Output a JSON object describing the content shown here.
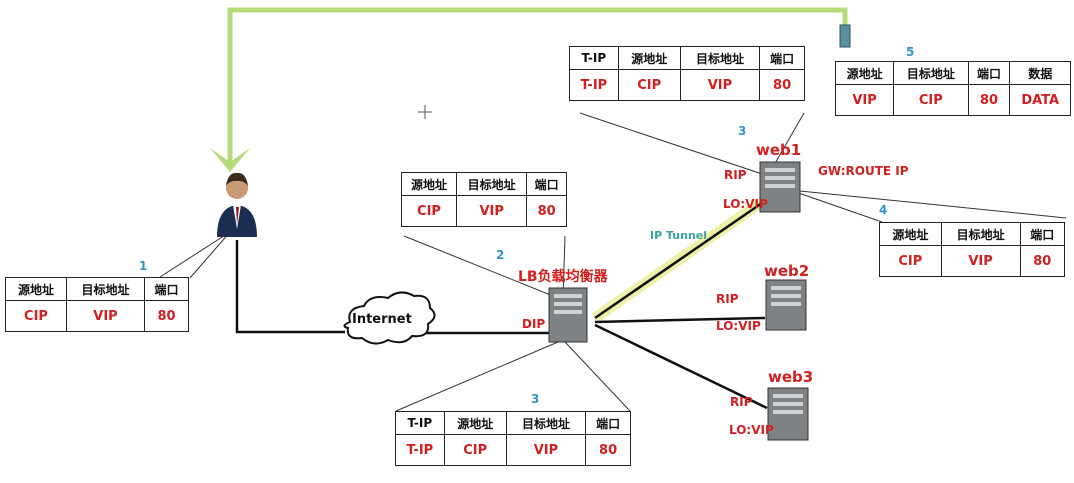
{
  "steps": {
    "s1": "1",
    "s2": "2",
    "s3_bottom": "3",
    "s3_top": "3",
    "s4": "4",
    "s5": "5"
  },
  "table1": {
    "headers": [
      "源地址",
      "目标地址",
      "端口"
    ],
    "values": [
      "CIP",
      "VIP",
      "80"
    ]
  },
  "table2": {
    "headers": [
      "源地址",
      "目标地址",
      "端口"
    ],
    "values": [
      "CIP",
      "VIP",
      "80"
    ]
  },
  "table3_bottom": {
    "headers": [
      "T-IP",
      "源地址",
      "目标地址",
      "端口"
    ],
    "values": [
      "T-IP",
      "CIP",
      "VIP",
      "80"
    ]
  },
  "table3_top": {
    "headers": [
      "T-IP",
      "源地址",
      "目标地址",
      "端口"
    ],
    "values": [
      "T-IP",
      "CIP",
      "VIP",
      "80"
    ]
  },
  "table4": {
    "headers": [
      "源地址",
      "目标地址",
      "端口"
    ],
    "values": [
      "CIP",
      "VIP",
      "80"
    ]
  },
  "table5": {
    "headers": [
      "源地址",
      "目标地址",
      "端口",
      "数据"
    ],
    "values": [
      "VIP",
      "CIP",
      "80",
      "DATA"
    ]
  },
  "labels": {
    "internet": "Internet",
    "lb": "LB负载均衡器",
    "dip": "DIP",
    "ip_tunnel": "IP Tunnel",
    "web1": "web1",
    "web2": "web2",
    "web3": "web3",
    "web1_rip": "RIP",
    "web1_lo": "LO:VIP",
    "web1_gw": "GW:ROUTE IP",
    "web2_rip": "RIP",
    "web2_lo": "LO:VIP",
    "web3_rip": "RIP",
    "web3_lo": "LO:VIP"
  },
  "colors": {
    "green_return": "#b5db7a",
    "tunnel": "#eef0a8",
    "label_red": "#d21f1f",
    "step_blue": "#2f95c9"
  }
}
